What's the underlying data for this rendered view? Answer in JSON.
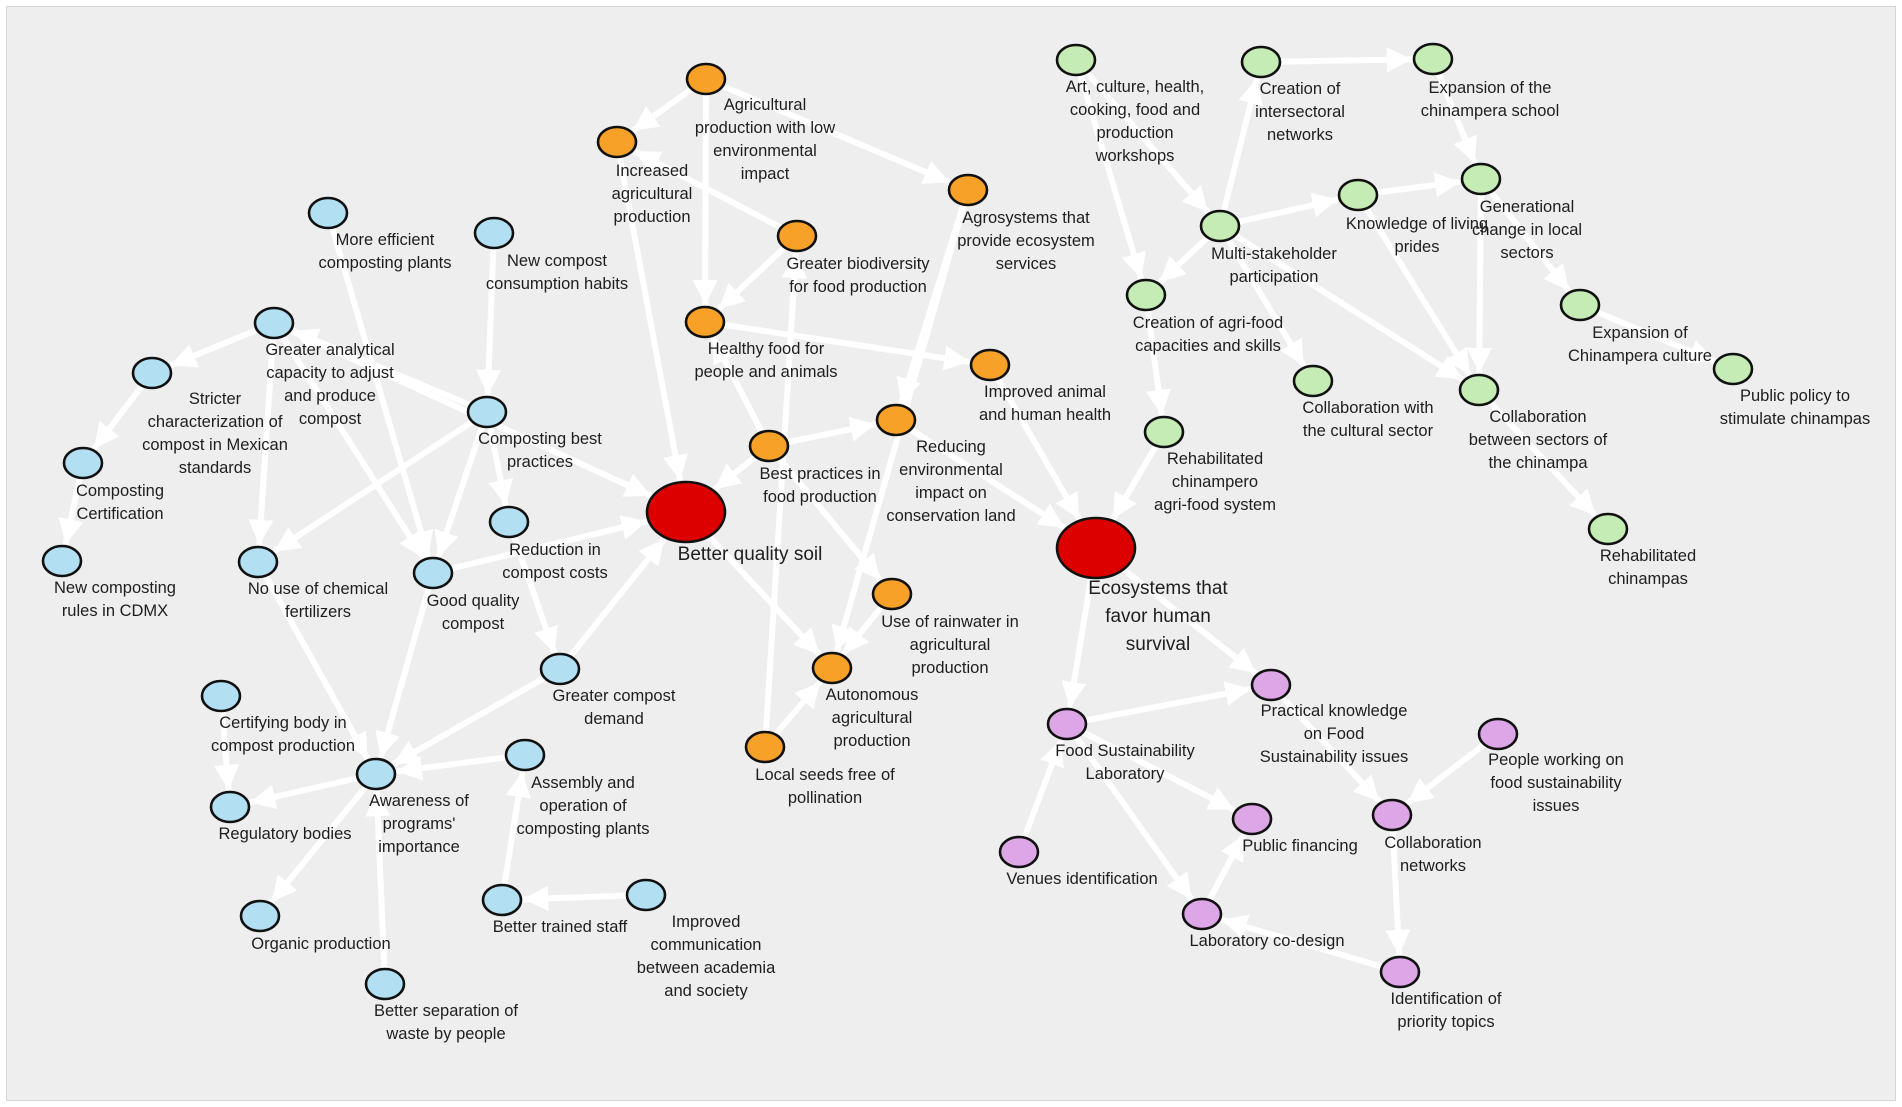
{
  "colors": {
    "blue": "#b3dff2",
    "orange": "#f7a128",
    "green": "#c4ecb4",
    "purple": "#dda6e6",
    "red": "#dd0000",
    "edge": "#ffffff",
    "background": "#eeeeee"
  },
  "nodes": [
    {
      "id": "bqs",
      "label": "Better quality soil",
      "group": "red",
      "hub": true
    },
    {
      "id": "eco",
      "label": "Ecosystems that favor human survival",
      "group": "red",
      "hub": true
    },
    {
      "id": "b_mecp",
      "label": "More efficient composting plants",
      "group": "blue"
    },
    {
      "id": "b_ncch",
      "label": "New compost consumption habits",
      "group": "blue"
    },
    {
      "id": "b_gac",
      "label": "Greater analytical capacity to adjust and produce compost",
      "group": "blue"
    },
    {
      "id": "b_scc",
      "label": "Stricter characterization of compost in Mexican standards",
      "group": "blue"
    },
    {
      "id": "b_cc",
      "label": "Composting Certification",
      "group": "blue"
    },
    {
      "id": "b_ncr",
      "label": "New composting rules in CDMX",
      "group": "blue"
    },
    {
      "id": "b_cbp",
      "label": "Composting best practices",
      "group": "blue"
    },
    {
      "id": "b_rcc",
      "label": "Reduction in compost costs",
      "group": "blue"
    },
    {
      "id": "b_nuc",
      "label": "No use of chemical fertilizers",
      "group": "blue"
    },
    {
      "id": "b_gqc",
      "label": "Good quality compost",
      "group": "blue"
    },
    {
      "id": "b_gcd",
      "label": "Greater compost demand",
      "group": "blue"
    },
    {
      "id": "b_cbcp",
      "label": "Certifying body in compost production",
      "group": "blue"
    },
    {
      "id": "b_rb",
      "label": "Regulatory bodies",
      "group": "blue"
    },
    {
      "id": "b_aop",
      "label": "Awareness of programs' importance",
      "group": "blue"
    },
    {
      "id": "b_aocp",
      "label": "Assembly and operation of composting plants",
      "group": "blue"
    },
    {
      "id": "b_op",
      "label": "Organic production",
      "group": "blue"
    },
    {
      "id": "b_bts",
      "label": "Better trained staff",
      "group": "blue"
    },
    {
      "id": "b_ica",
      "label": "Improved communication between academia and society",
      "group": "blue"
    },
    {
      "id": "b_bsw",
      "label": "Better separation of waste by people",
      "group": "blue"
    },
    {
      "id": "o_aple",
      "label": "Agricultural production with low environmental impact",
      "group": "orange"
    },
    {
      "id": "o_iap",
      "label": "Increased agricultural production",
      "group": "orange"
    },
    {
      "id": "o_ape",
      "label": "Agrosystems that provide ecosystem services",
      "group": "orange"
    },
    {
      "id": "o_gbf",
      "label": "Greater biodiversity for food production",
      "group": "orange"
    },
    {
      "id": "o_hfp",
      "label": "Healthy food for people and animals",
      "group": "orange"
    },
    {
      "id": "o_iah",
      "label": "Improved animal and human health",
      "group": "orange"
    },
    {
      "id": "o_reic",
      "label": "Reducing environmental impact on conservation land",
      "group": "orange"
    },
    {
      "id": "o_bpf",
      "label": "Best practices in food production",
      "group": "orange"
    },
    {
      "id": "o_ura",
      "label": "Use of rainwater in agricultural production",
      "group": "orange"
    },
    {
      "id": "o_aap",
      "label": "Autonomous agricultural production",
      "group": "orange"
    },
    {
      "id": "o_lsf",
      "label": "Local seeds free of pollination",
      "group": "orange"
    },
    {
      "id": "g_achf",
      "label": "Art, culture, health, cooking, food and production workshops",
      "group": "green"
    },
    {
      "id": "g_cin",
      "label": "Creation of intersectoral networks",
      "group": "green"
    },
    {
      "id": "g_ecs",
      "label": "Expansion of the chinampera school",
      "group": "green"
    },
    {
      "id": "g_klp",
      "label": "Knowledge of living prides",
      "group": "green"
    },
    {
      "id": "g_gcl",
      "label": "Generational change in local sectors",
      "group": "green"
    },
    {
      "id": "g_msp",
      "label": "Multi-stakeholder participation",
      "group": "green"
    },
    {
      "id": "g_cacs",
      "label": "Creation of agri-food capacities and skills",
      "group": "green"
    },
    {
      "id": "g_ecc",
      "label": "Expansion of Chinampera culture",
      "group": "green"
    },
    {
      "id": "g_pps",
      "label": "Public policy to stimulate chinampas",
      "group": "green"
    },
    {
      "id": "g_ccs",
      "label": "Collaboration with the cultural sector",
      "group": "green"
    },
    {
      "id": "g_csc",
      "label": "Collaboration between sectors of the chinampa",
      "group": "green"
    },
    {
      "id": "g_rcas",
      "label": "Rehabilitated chinampero agri-food system",
      "group": "green"
    },
    {
      "id": "g_rc",
      "label": "Rehabilitated chinampas",
      "group": "green"
    },
    {
      "id": "p_pkfs",
      "label": "Practical knowledge on Food Sustainability issues",
      "group": "purple"
    },
    {
      "id": "p_fsl",
      "label": "Food Sustainability Laboratory",
      "group": "purple"
    },
    {
      "id": "p_pwfs",
      "label": "People working on food sustainability issues",
      "group": "purple"
    },
    {
      "id": "p_pf",
      "label": "Public financing",
      "group": "purple"
    },
    {
      "id": "p_cn",
      "label": "Collaboration networks",
      "group": "purple"
    },
    {
      "id": "p_vi",
      "label": "Venues identification",
      "group": "purple"
    },
    {
      "id": "p_lcd",
      "label": "Laboratory co-design",
      "group": "purple"
    },
    {
      "id": "p_ipt",
      "label": "Identification of priority topics",
      "group": "purple"
    }
  ],
  "edges": [
    [
      "b_mecp",
      "b_gqc"
    ],
    [
      "b_ncch",
      "b_cbp"
    ],
    [
      "b_gac",
      "b_scc"
    ],
    [
      "b_gac",
      "b_nuc"
    ],
    [
      "b_gac",
      "b_gqc"
    ],
    [
      "b_gac",
      "bqs"
    ],
    [
      "b_scc",
      "b_cc"
    ],
    [
      "b_cc",
      "b_ncr"
    ],
    [
      "b_cbp",
      "b_gac"
    ],
    [
      "b_cbp",
      "b_nuc"
    ],
    [
      "b_cbp",
      "b_gqc"
    ],
    [
      "b_cbp",
      "b_rcc"
    ],
    [
      "b_rcc",
      "b_gcd"
    ],
    [
      "b_gqc",
      "bqs"
    ],
    [
      "b_gqc",
      "b_aop"
    ],
    [
      "b_nuc",
      "b_aop"
    ],
    [
      "b_gcd",
      "b_aop"
    ],
    [
      "b_gcd",
      "bqs"
    ],
    [
      "b_cbcp",
      "b_rb"
    ],
    [
      "b_aop",
      "b_rb"
    ],
    [
      "b_aop",
      "b_op"
    ],
    [
      "b_aocp",
      "b_aop"
    ],
    [
      "b_bsw",
      "b_aop"
    ],
    [
      "b_bts",
      "b_aocp"
    ],
    [
      "b_ica",
      "b_bts"
    ],
    [
      "o_aple",
      "o_iap"
    ],
    [
      "o_aple",
      "o_hfp"
    ],
    [
      "o_aple",
      "o_ape"
    ],
    [
      "o_gbf",
      "o_iap"
    ],
    [
      "o_gbf",
      "o_hfp"
    ],
    [
      "o_iap",
      "bqs"
    ],
    [
      "o_hfp",
      "o_iah"
    ],
    [
      "o_bpf",
      "o_hfp"
    ],
    [
      "o_bpf",
      "bqs"
    ],
    [
      "o_bpf",
      "o_reic"
    ],
    [
      "o_bpf",
      "o_ura"
    ],
    [
      "o_ape",
      "o_reic"
    ],
    [
      "o_ape",
      "o_aap"
    ],
    [
      "o_ura",
      "o_aap"
    ],
    [
      "o_lsf",
      "o_aap"
    ],
    [
      "o_lsf",
      "o_gbf"
    ],
    [
      "bqs",
      "o_aap"
    ],
    [
      "o_reic",
      "eco"
    ],
    [
      "o_iah",
      "eco"
    ],
    [
      "g_achf",
      "g_msp"
    ],
    [
      "g_achf",
      "g_cacs"
    ],
    [
      "g_msp",
      "g_cin"
    ],
    [
      "g_cin",
      "g_ecs"
    ],
    [
      "g_ecs",
      "g_gcl"
    ],
    [
      "g_msp",
      "g_klp"
    ],
    [
      "g_klp",
      "g_gcl"
    ],
    [
      "g_gcl",
      "g_ecc"
    ],
    [
      "g_ecc",
      "g_pps"
    ],
    [
      "g_msp",
      "g_cacs"
    ],
    [
      "g_msp",
      "g_ccs"
    ],
    [
      "g_msp",
      "g_csc"
    ],
    [
      "g_klp",
      "g_csc"
    ],
    [
      "g_gcl",
      "g_csc"
    ],
    [
      "g_csc",
      "g_rc"
    ],
    [
      "g_cacs",
      "g_rcas"
    ],
    [
      "g_rcas",
      "eco"
    ],
    [
      "eco",
      "p_fsl"
    ],
    [
      "eco",
      "p_pkfs"
    ],
    [
      "p_fsl",
      "p_pkfs"
    ],
    [
      "p_fsl",
      "p_pf"
    ],
    [
      "p_vi",
      "p_fsl"
    ],
    [
      "p_fsl",
      "p_lcd"
    ],
    [
      "p_lcd",
      "p_pf"
    ],
    [
      "p_pwfs",
      "p_cn"
    ],
    [
      "p_pkfs",
      "p_cn"
    ],
    [
      "p_cn",
      "p_ipt"
    ],
    [
      "p_ipt",
      "p_lcd"
    ]
  ]
}
